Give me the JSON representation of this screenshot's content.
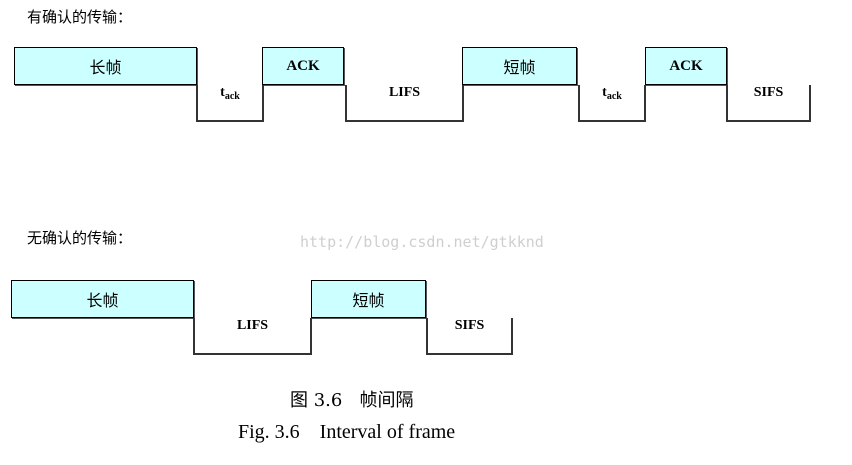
{
  "ack_section": {
    "heading": "有确认的传输：",
    "frames": [
      "长帧",
      "ACK",
      "短帧",
      "ACK"
    ],
    "gaps": [
      {
        "main": "t",
        "sub": "ack"
      },
      {
        "main": "LIFS",
        "sub": ""
      },
      {
        "main": "t",
        "sub": "ack"
      },
      {
        "main": "SIFS",
        "sub": ""
      }
    ]
  },
  "noack_section": {
    "heading": "无确认的传输：",
    "frames": [
      "长帧",
      "短帧"
    ],
    "gaps": [
      {
        "main": "LIFS",
        "sub": ""
      },
      {
        "main": "SIFS",
        "sub": ""
      }
    ]
  },
  "watermark": "http://blog.csdn.net/gtkknd",
  "caption": {
    "chinese": "图 3.6   帧间隔",
    "english": "Fig. 3.6    Interval of frame"
  }
}
